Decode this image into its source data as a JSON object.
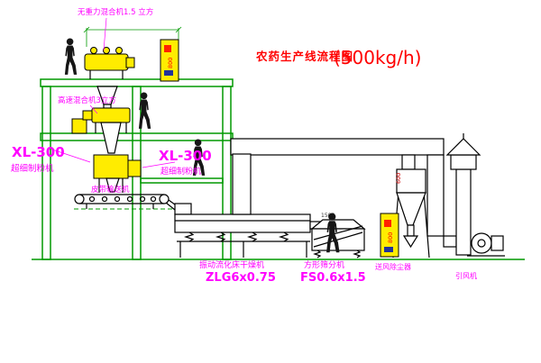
{
  "title": {
    "main": "农药生产线流程图",
    "capacity": "(500kg/h)"
  },
  "labels": {
    "gravity_mixer": "无重力混合机1.5 立方",
    "high_speed_mixer": "高速混合机3立方",
    "mill_left_model": "XL-300",
    "mill_left_name": "超细制粉机",
    "mill_center_model": "XL-300",
    "mill_center_name": "超细制粉机",
    "belt_conveyor": "皮带输送机",
    "dryer_name": "振动流化床干燥机",
    "dryer_model": "ZLG6x0.75",
    "sieve_name": "方形筛分机",
    "sieve_model": "FS0.6x1.5",
    "dust_collector": "送风除尘器",
    "induced_fan": "引风机"
  },
  "annotations": {
    "cabinet_top_code": "800",
    "cabinet_bottom_code": "800",
    "cyclone_duct_dim": "600",
    "sieve_dim": "1500"
  },
  "colors": {
    "structure_green": "#009900",
    "label_magenta": "#ff00ff",
    "title_red": "#ff0000",
    "equipment_yellow": "#ffec00"
  }
}
